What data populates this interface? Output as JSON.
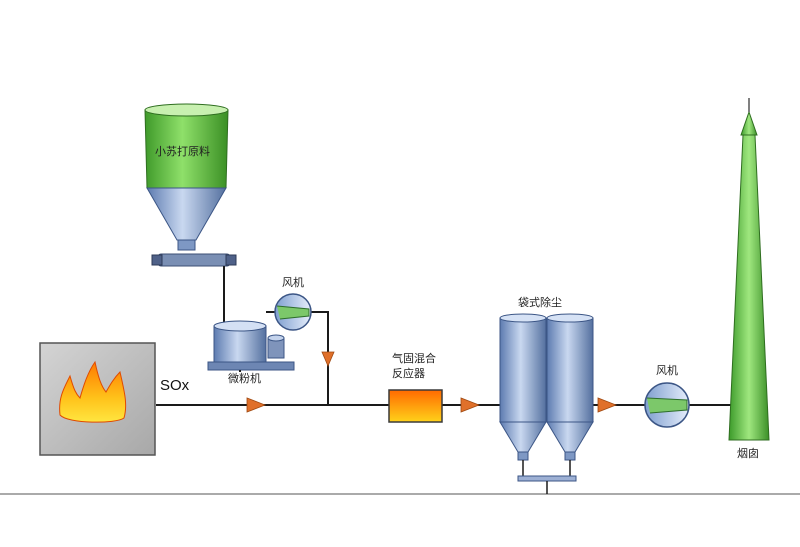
{
  "labels": {
    "silo": "小苏打原料",
    "fan_top": "风机",
    "mill": "微粉机",
    "sox": "SOx",
    "reactor_line1": "气固混合",
    "reactor_line2": "反应器",
    "baghouse": "袋式除尘",
    "fan_right": "风机",
    "chimney": "烟囱"
  },
  "colors": {
    "silo_green": "#5cc83e",
    "steel_blue": "#8ea7cf",
    "chimney_green": "#5fbf48",
    "arrow_orange": "#e0702a",
    "reactor_fill": "#ff8a10",
    "furnace_gray": "#bdbdbd",
    "line": "#1a1a1a"
  }
}
